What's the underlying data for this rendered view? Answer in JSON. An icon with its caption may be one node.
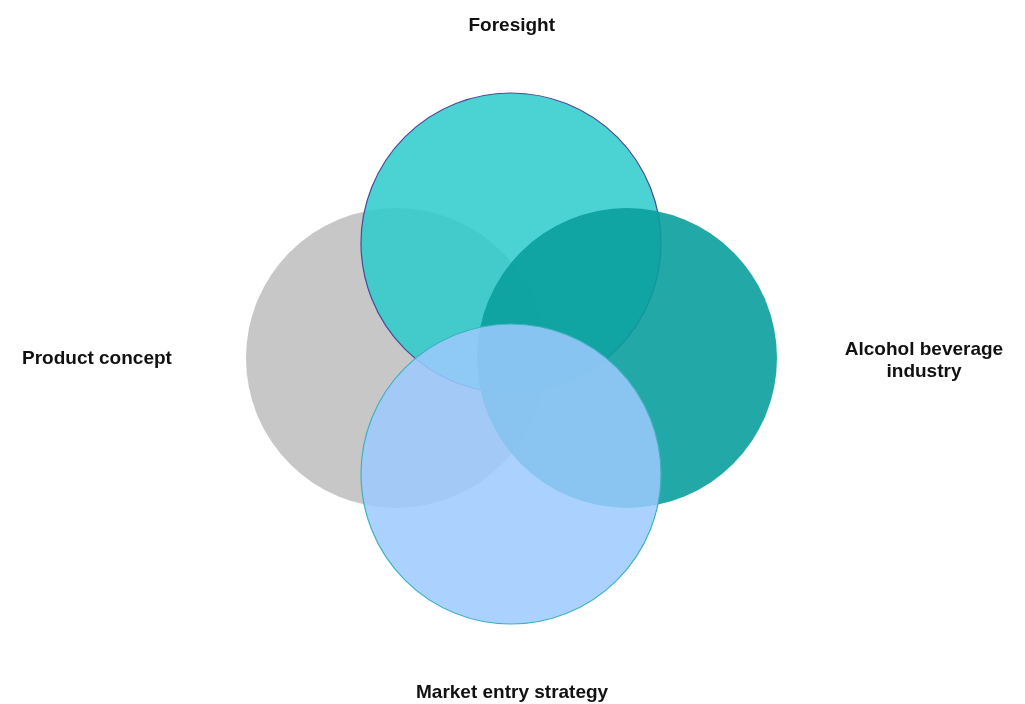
{
  "diagram": {
    "nodes": [
      {
        "text": [
          "Foresight"
        ]
      },
      {
        "text": [
          "Product concept"
        ]
      },
      {
        "text": [
          "Alcohol beverage industry"
        ]
      },
      {
        "text": [
          "Market entry strategy"
        ]
      }
    ]
  }
}
